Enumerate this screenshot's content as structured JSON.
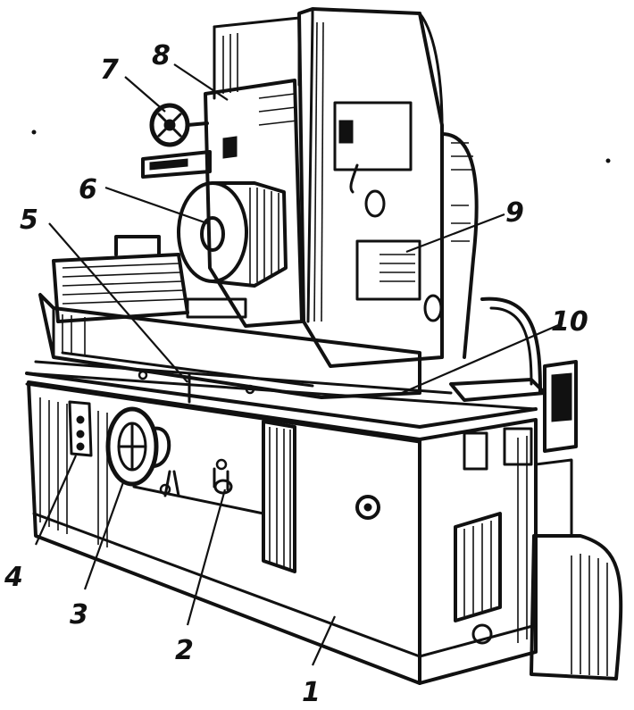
{
  "figure": {
    "callouts": [
      {
        "id": "1",
        "label": "1"
      },
      {
        "id": "2",
        "label": "2"
      },
      {
        "id": "3",
        "label": "3"
      },
      {
        "id": "4",
        "label": "4"
      },
      {
        "id": "5",
        "label": "5"
      },
      {
        "id": "6",
        "label": "6"
      },
      {
        "id": "7",
        "label": "7"
      },
      {
        "id": "8",
        "label": "8"
      },
      {
        "id": "9",
        "label": "9"
      },
      {
        "id": "10",
        "label": "10"
      }
    ]
  },
  "style": {
    "ink": "#111111",
    "paper": "#ffffff"
  }
}
